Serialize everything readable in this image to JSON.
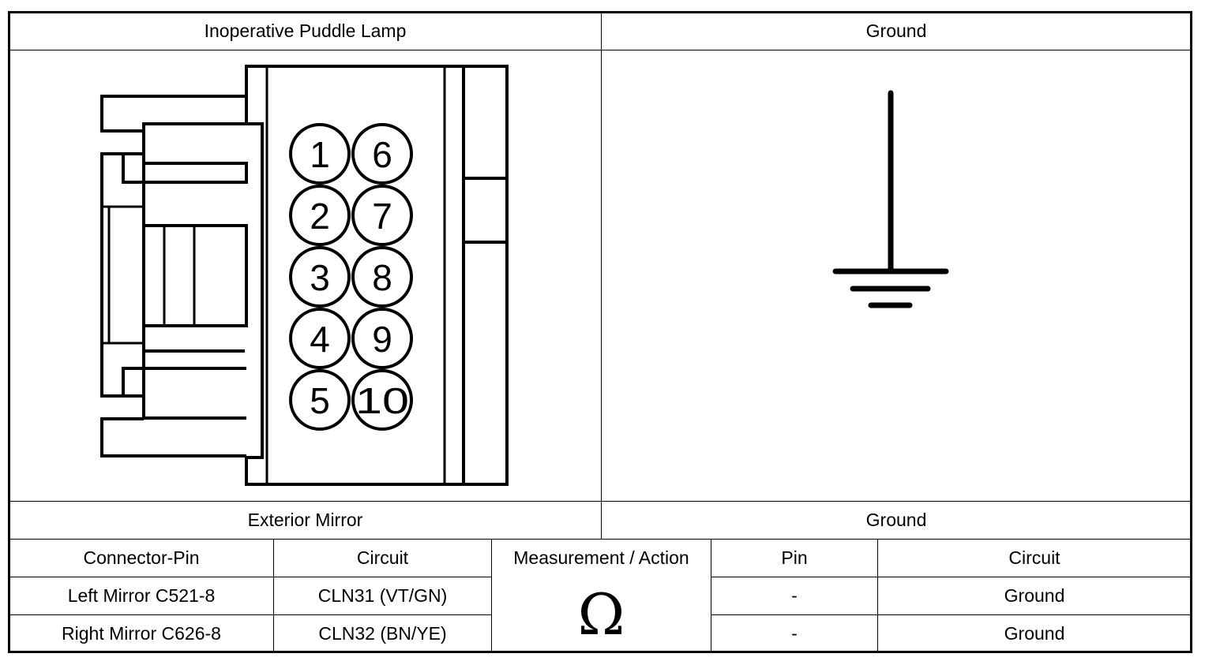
{
  "header": {
    "left_title": "Inoperative Puddle Lamp",
    "right_title": "Ground"
  },
  "connector": {
    "pins": [
      "1",
      "2",
      "3",
      "4",
      "5",
      "6",
      "7",
      "8",
      "9",
      "10"
    ]
  },
  "labels": {
    "left": "Exterior Mirror",
    "right": "Ground"
  },
  "table": {
    "columns": [
      "Connector-Pin",
      "Circuit",
      "Measurement / Action",
      "Pin",
      "Circuit"
    ],
    "rows": [
      {
        "connector_pin": "Left Mirror C521-8",
        "circuit": "CLN31 (VT/GN)",
        "pin": "-",
        "circuit2": "Ground"
      },
      {
        "connector_pin": "Right Mirror C626-8",
        "circuit": "CLN32 (BN/YE)",
        "pin": "-",
        "circuit2": "Ground"
      }
    ],
    "measurement_symbol": "Ω"
  }
}
